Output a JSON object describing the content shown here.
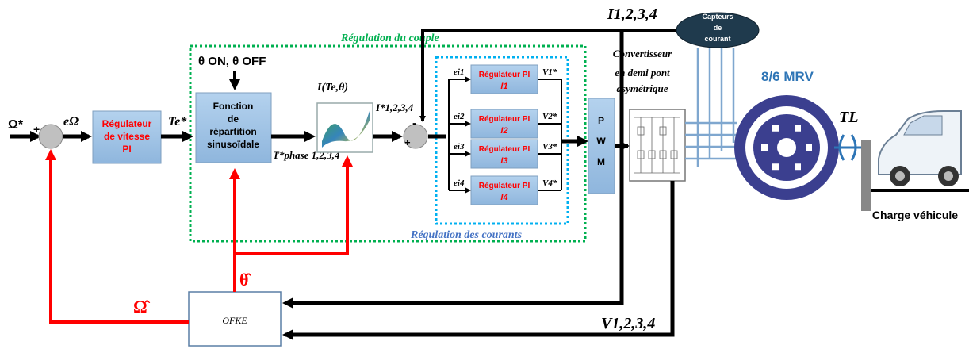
{
  "colors": {
    "block_fill": "#9dc3e6",
    "block_stroke": "#7f9fbf",
    "pi_fill": "#8fb4dc",
    "red": "#ff0000",
    "black": "#000000",
    "green_dotted": "#00b050",
    "blue_dotted": "#00b0f0",
    "motor_purple": "#3b3f8f",
    "wire_blue": "#7fa7cf",
    "sensor_fill": "#1f3a4d",
    "region_blue": "#4472c4"
  },
  "labels": {
    "omega_ref": "Ω*",
    "plus1": "+",
    "minus1": "-",
    "e_omega": "eΩ",
    "speed_reg": [
      "Régulateur",
      "de vitesse",
      "PI"
    ],
    "te_ref": "Te*",
    "theta_on_off": "θ ON, θ OFF",
    "fonction": [
      "Fonction",
      "de",
      "répartition",
      "sinusoïdale"
    ],
    "tphase": "T*phase 1,2,3,4",
    "lookup_title": "I(Te,θ)",
    "i_ref": "I*1,2,3,4",
    "minus2": "-",
    "plus2": "+",
    "couple_region": "Régulation du couple",
    "courants_region": "Régulation des courants",
    "pi_blocks": [
      {
        "title": "Régulateur PI",
        "sub": "I1",
        "e": "ei1",
        "v": "V1*"
      },
      {
        "title": "Régulateur PI",
        "sub": "I2",
        "e": "ei2",
        "v": "V2*"
      },
      {
        "title": "Régulateur PI",
        "sub": "I3",
        "e": "ei3",
        "v": "V3*"
      },
      {
        "title": "Régulateur PI",
        "sub": "I4",
        "e": "ei4",
        "v": "V4*"
      }
    ],
    "pwm": [
      "P",
      "W",
      "M"
    ],
    "convertisseur": [
      "Convertisseur",
      "en demi pont",
      "asymétrique"
    ],
    "i_feedback": "I1,2,3,4",
    "capteurs": [
      "Capteurs",
      "de",
      "courant"
    ],
    "motor": "8/6 MRV",
    "tl": "TL",
    "charge": "Charge véhicule",
    "theta_hat": "θ̂",
    "omega_hat": "Ω̂",
    "ofke": "OFKE",
    "v_feedback": "V1,2,3,4"
  }
}
